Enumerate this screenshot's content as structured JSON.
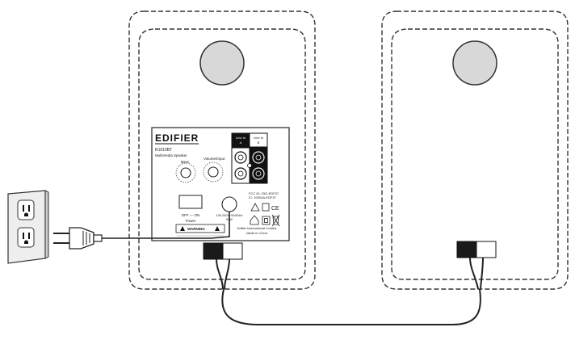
{
  "diagram": {
    "panel": {
      "brand": "EDIFIER",
      "model": "R1010BT",
      "subtitle": "Multimedia Speaker",
      "bass_label": "Bass",
      "volume_label": "Volume/Input",
      "line_in_a": [
        "Line In",
        "A"
      ],
      "line_in_b": [
        "Line In",
        "B"
      ],
      "power_switch": "OFF — ON",
      "power_label": "Power",
      "power_input": [
        "100-240V~50/60Hz",
        "52W"
      ],
      "fcc": [
        "FCC ID: Z9G-EDF37",
        "IC: 10004A-EDF37"
      ],
      "warning": "WARNING",
      "company": "Edifier International Limited",
      "made_in": "Made in China"
    },
    "colors": {
      "line": "#333333",
      "tweeter": "#d8d8d8",
      "plug_dark": "#1a1a1a",
      "wall_plate": "#eeeeee"
    }
  }
}
